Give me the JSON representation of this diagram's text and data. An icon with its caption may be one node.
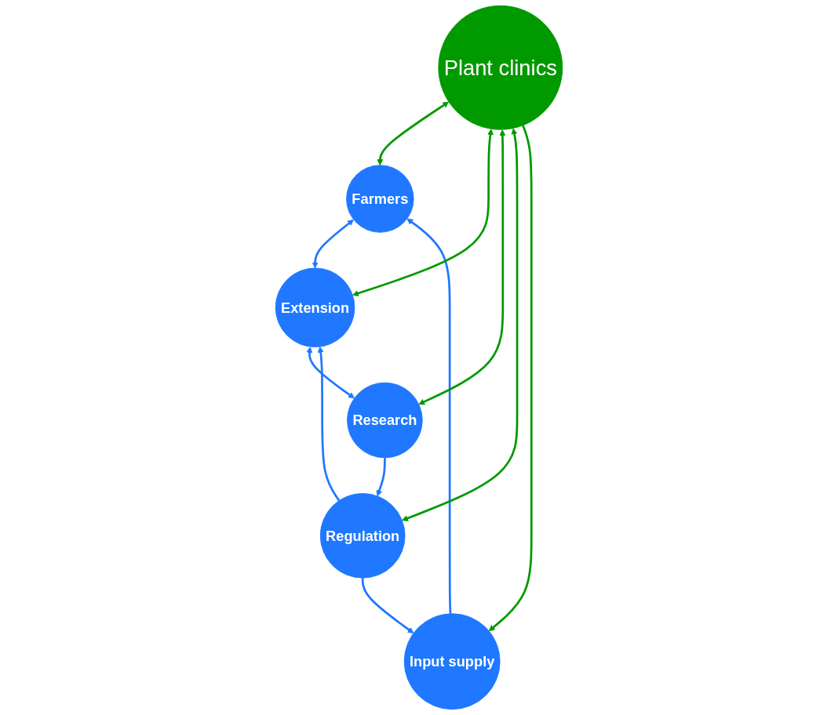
{
  "diagram": {
    "nodes": [
      {
        "text": [
          "Farmers"
        ]
      },
      {
        "text": [
          "Extension"
        ]
      },
      {
        "text": [
          "Research"
        ]
      },
      {
        "text": [
          "Regulation"
        ]
      },
      {
        "text": [
          "Input supply"
        ]
      },
      {
        "text": [
          "Plant clinics"
        ]
      }
    ],
    "edges": [
      {
        "from": 4,
        "to": 0,
        "arrow": "to"
      },
      {
        "from": 0,
        "to": 1,
        "arrow": "both"
      },
      {
        "from": 1,
        "to": 2,
        "arrow": "both"
      },
      {
        "from": 2,
        "to": 3,
        "arrow": "to"
      },
      {
        "from": 3,
        "to": 4,
        "arrow": "to"
      },
      {
        "from": 3,
        "to": 1,
        "arrow": "to"
      },
      {
        "from": 5,
        "to": 0,
        "arrow": "both",
        "color": "#009900"
      },
      {
        "from": 5,
        "to": 1,
        "arrow": "both",
        "color": "#009900"
      },
      {
        "from": 5,
        "to": 2,
        "arrow": "both",
        "color": "#009900"
      },
      {
        "from": 5,
        "to": 3,
        "arrow": "both",
        "color": "#009900"
      },
      {
        "from": 5,
        "to": 4,
        "arrow": "to",
        "color": "#009900"
      }
    ]
  }
}
